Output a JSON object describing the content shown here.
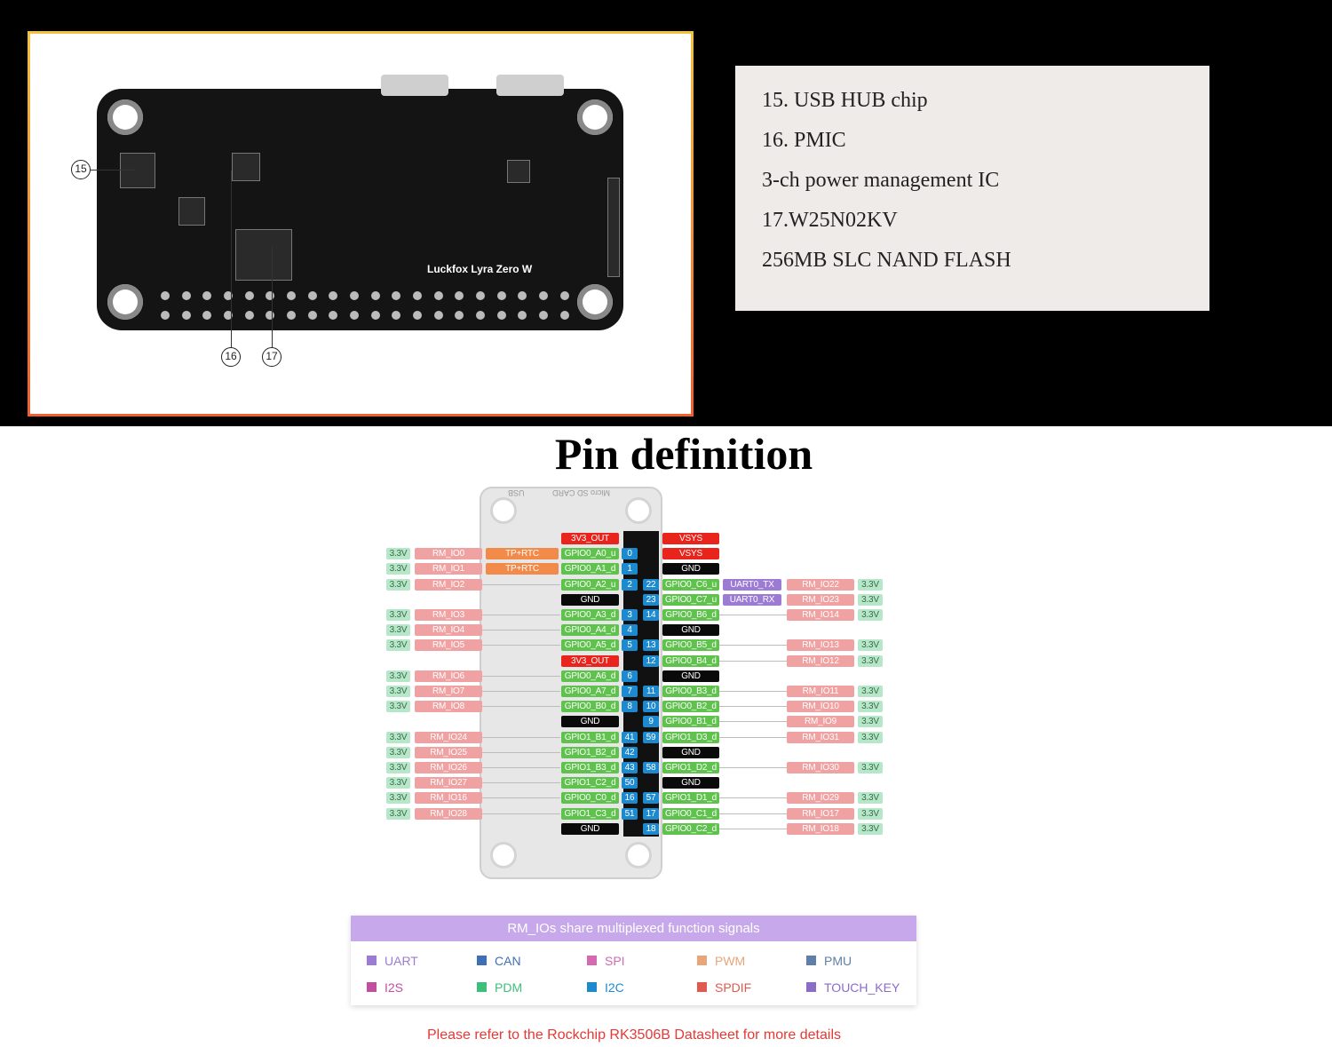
{
  "board": {
    "name": "Luckfox Lyra Zero W",
    "callouts": [
      "15",
      "16",
      "17"
    ]
  },
  "description": {
    "lines": [
      "15. USB HUB chip",
      "16. PMIC",
      "3-ch power management IC",
      "17.W25N02KV",
      "256MB SLC NAND FLASH"
    ]
  },
  "title": "Pin definition",
  "module": {
    "usb_label": "USB",
    "sd_label": "Micro SD CARD"
  },
  "pins": {
    "left": [
      {
        "v": "",
        "rm": "",
        "tp": "",
        "gpio": "3V3_OUT",
        "gtype": "pw",
        "num": ""
      },
      {
        "v": "3.3V",
        "rm": "RM_IO0",
        "tp": "TP+RTC",
        "gpio": "GPIO0_A0_u",
        "gtype": "gp",
        "num": "0"
      },
      {
        "v": "3.3V",
        "rm": "RM_IO1",
        "tp": "TP+RTC",
        "gpio": "GPIO0_A1_d",
        "gtype": "gp",
        "num": "1"
      },
      {
        "v": "3.3V",
        "rm": "RM_IO2",
        "tp": "",
        "gpio": "GPIO0_A2_u",
        "gtype": "gp",
        "num": "2"
      },
      {
        "v": "",
        "rm": "",
        "tp": "",
        "gpio": "GND",
        "gtype": "gnd",
        "num": ""
      },
      {
        "v": "3.3V",
        "rm": "RM_IO3",
        "tp": "",
        "gpio": "GPIO0_A3_d",
        "gtype": "gp",
        "num": "3"
      },
      {
        "v": "3.3V",
        "rm": "RM_IO4",
        "tp": "",
        "gpio": "GPIO0_A4_d",
        "gtype": "gp",
        "num": "4"
      },
      {
        "v": "3.3V",
        "rm": "RM_IO5",
        "tp": "",
        "gpio": "GPIO0_A5_d",
        "gtype": "gp",
        "num": "5"
      },
      {
        "v": "",
        "rm": "",
        "tp": "",
        "gpio": "3V3_OUT",
        "gtype": "pw",
        "num": ""
      },
      {
        "v": "3.3V",
        "rm": "RM_IO6",
        "tp": "",
        "gpio": "GPIO0_A6_d",
        "gtype": "gp",
        "num": "6"
      },
      {
        "v": "3.3V",
        "rm": "RM_IO7",
        "tp": "",
        "gpio": "GPIO0_A7_d",
        "gtype": "gp",
        "num": "7"
      },
      {
        "v": "3.3V",
        "rm": "RM_IO8",
        "tp": "",
        "gpio": "GPIO0_B0_d",
        "gtype": "gp",
        "num": "8"
      },
      {
        "v": "",
        "rm": "",
        "tp": "",
        "gpio": "GND",
        "gtype": "gnd",
        "num": ""
      },
      {
        "v": "3.3V",
        "rm": "RM_IO24",
        "tp": "",
        "gpio": "GPIO1_B1_d",
        "gtype": "gp",
        "num": "41"
      },
      {
        "v": "3.3V",
        "rm": "RM_IO25",
        "tp": "",
        "gpio": "GPIO1_B2_d",
        "gtype": "gp",
        "num": "42"
      },
      {
        "v": "3.3V",
        "rm": "RM_IO26",
        "tp": "",
        "gpio": "GPIO1_B3_d",
        "gtype": "gp",
        "num": "43"
      },
      {
        "v": "3.3V",
        "rm": "RM_IO27",
        "tp": "",
        "gpio": "GPIO1_C2_d",
        "gtype": "gp",
        "num": "50"
      },
      {
        "v": "3.3V",
        "rm": "RM_IO16",
        "tp": "",
        "gpio": "GPIO0_C0_d",
        "gtype": "gp",
        "num": "16"
      },
      {
        "v": "3.3V",
        "rm": "RM_IO28",
        "tp": "",
        "gpio": "GPIO1_C3_d",
        "gtype": "gp",
        "num": "51"
      },
      {
        "v": "",
        "rm": "",
        "tp": "",
        "gpio": "GND",
        "gtype": "gnd",
        "num": ""
      }
    ],
    "right": [
      {
        "num": "",
        "gpio": "VSYS",
        "gtype": "pw",
        "uart": "",
        "rm": "",
        "v": ""
      },
      {
        "num": "",
        "gpio": "VSYS",
        "gtype": "pw",
        "uart": "",
        "rm": "",
        "v": ""
      },
      {
        "num": "",
        "gpio": "GND",
        "gtype": "gnd",
        "uart": "",
        "rm": "",
        "v": ""
      },
      {
        "num": "22",
        "gpio": "GPIO0_C6_u",
        "gtype": "gp",
        "uart": "UART0_TX",
        "rm": "RM_IO22",
        "v": "3.3V"
      },
      {
        "num": "23",
        "gpio": "GPIO0_C7_u",
        "gtype": "gp",
        "uart": "UART0_RX",
        "rm": "RM_IO23",
        "v": "3.3V"
      },
      {
        "num": "14",
        "gpio": "GPIO0_B6_d",
        "gtype": "gp",
        "uart": "",
        "rm": "RM_IO14",
        "v": "3.3V"
      },
      {
        "num": "",
        "gpio": "GND",
        "gtype": "gnd",
        "uart": "",
        "rm": "",
        "v": ""
      },
      {
        "num": "13",
        "gpio": "GPIO0_B5_d",
        "gtype": "gp",
        "uart": "",
        "rm": "RM_IO13",
        "v": "3.3V"
      },
      {
        "num": "12",
        "gpio": "GPIO0_B4_d",
        "gtype": "gp",
        "uart": "",
        "rm": "RM_IO12",
        "v": "3.3V"
      },
      {
        "num": "",
        "gpio": "GND",
        "gtype": "gnd",
        "uart": "",
        "rm": "",
        "v": ""
      },
      {
        "num": "11",
        "gpio": "GPIO0_B3_d",
        "gtype": "gp",
        "uart": "",
        "rm": "RM_IO11",
        "v": "3.3V"
      },
      {
        "num": "10",
        "gpio": "GPIO0_B2_d",
        "gtype": "gp",
        "uart": "",
        "rm": "RM_IO10",
        "v": "3.3V"
      },
      {
        "num": "9",
        "gpio": "GPIO0_B1_d",
        "gtype": "gp",
        "uart": "",
        "rm": "RM_IO9",
        "v": "3.3V"
      },
      {
        "num": "59",
        "gpio": "GPIO1_D3_d",
        "gtype": "gp",
        "uart": "",
        "rm": "RM_IO31",
        "v": "3.3V"
      },
      {
        "num": "",
        "gpio": "GND",
        "gtype": "gnd",
        "uart": "",
        "rm": "",
        "v": ""
      },
      {
        "num": "58",
        "gpio": "GPIO1_D2_d",
        "gtype": "gp",
        "uart": "",
        "rm": "RM_IO30",
        "v": "3.3V"
      },
      {
        "num": "",
        "gpio": "GND",
        "gtype": "gnd",
        "uart": "",
        "rm": "",
        "v": ""
      },
      {
        "num": "57",
        "gpio": "GPIO1_D1_d",
        "gtype": "gp",
        "uart": "",
        "rm": "RM_IO29",
        "v": "3.3V"
      },
      {
        "num": "17",
        "gpio": "GPIO0_C1_d",
        "gtype": "gp",
        "uart": "",
        "rm": "RM_IO17",
        "v": "3.3V"
      },
      {
        "num": "18",
        "gpio": "GPIO0_C2_d",
        "gtype": "gp",
        "uart": "",
        "rm": "RM_IO18",
        "v": "3.3V"
      }
    ]
  },
  "legend": {
    "title": "RM_IOs share multiplexed function signals",
    "items": [
      {
        "label": "UART",
        "color": "#9c7bd4"
      },
      {
        "label": "CAN",
        "color": "#3f6fb5"
      },
      {
        "label": "SPI",
        "color": "#d46ab0"
      },
      {
        "label": "PWM",
        "color": "#e9a57a"
      },
      {
        "label": "PMU",
        "color": "#5f7fa8"
      },
      {
        "label": "I2S",
        "color": "#c24ea0"
      },
      {
        "label": "PDM",
        "color": "#3cbf7a"
      },
      {
        "label": "I2C",
        "color": "#1d8ad0"
      },
      {
        "label": "SPDIF",
        "color": "#e05a4f"
      },
      {
        "label": "TOUCH_KEY",
        "color": "#8a6cc9"
      }
    ]
  },
  "footnote": "Please refer to the Rockchip RK3506B Datasheet for more details"
}
